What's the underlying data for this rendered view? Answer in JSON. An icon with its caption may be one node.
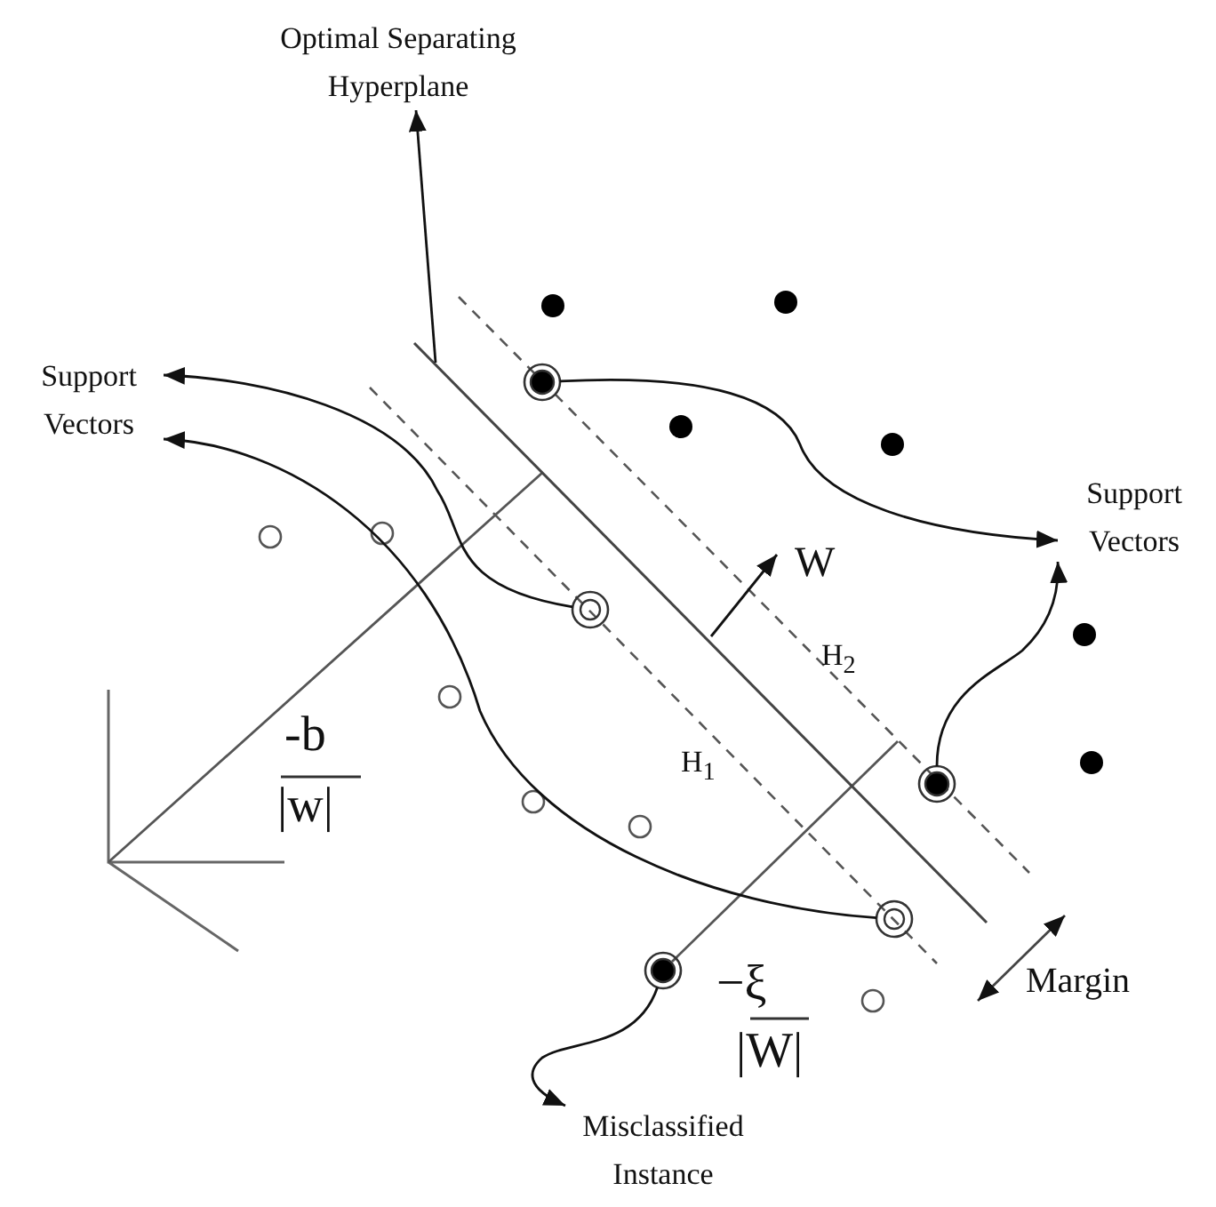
{
  "diagram": {
    "nodes": [
      {
        "text": [
          "Optimal Separating Hyperplane"
        ]
      },
      {
        "text": [
          "Support Vectors"
        ]
      },
      {
        "text": [
          "Support Vectors"
        ]
      },
      {
        "text": [
          "Misclassified Instance"
        ]
      },
      {
        "text": [],
        "shape": "circle"
      },
      {
        "text": [],
        "shape": "circle"
      },
      {
        "text": [],
        "shape": "circle"
      },
      {
        "text": [],
        "shape": "circle"
      },
      {
        "text": [],
        "shape": "circle"
      }
    ],
    "edges": [
      {
        "from": null,
        "to": 0,
        "arrow": "to"
      },
      {
        "from": 4,
        "to": 2,
        "arrow": "to"
      },
      {
        "from": 5,
        "to": 1,
        "arrow": "to"
      },
      {
        "from": 6,
        "to": 1,
        "arrow": "to"
      },
      {
        "from": 7,
        "to": 2,
        "arrow": "to"
      },
      {
        "from": 8,
        "to": 3,
        "arrow": "to"
      }
    ],
    "labels": [
      "W",
      "H$_{2}$",
      "-b",
      "|w|",
      "H$_{1}$",
      "−ξ",
      "|W|",
      "Margin"
    ]
  }
}
